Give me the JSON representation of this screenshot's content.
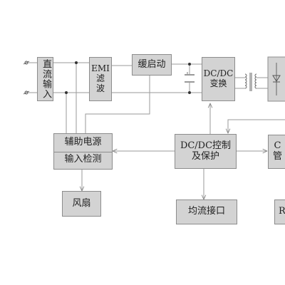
{
  "diagram": {
    "blocks": {
      "dc_input": "直流输入",
      "emi": "EMI\n滤\n波",
      "soft_start": "缓启动",
      "dcdc": "DC/DC\n变换",
      "aux_top": "辅助电源",
      "aux_bottom": "输入检测",
      "dcdc_ctrl": "DC/DC控制\n及保护",
      "right_partial": "C\n管",
      "fan": "风扇",
      "current_share": "均流接口",
      "right_bottom_partial": "R"
    },
    "colors": {
      "block_fill": "#d3d3d3",
      "block_border": "#8c8c8c",
      "wire": "#9a9a9a",
      "dot": "#333333"
    }
  }
}
